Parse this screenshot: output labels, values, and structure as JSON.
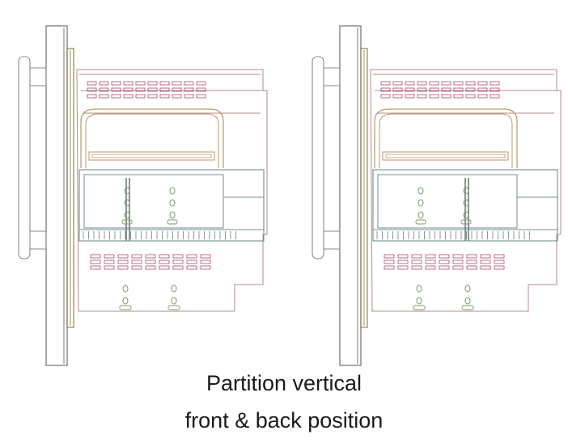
{
  "caption": {
    "line1": "Partition vertical",
    "line2": "front & back position"
  },
  "views": [
    {
      "partition_position": "front"
    },
    {
      "partition_position": "back"
    }
  ],
  "colors": {
    "door_outline": "#7a7a7a",
    "handle_outline": "#8a8a8a",
    "door_gasket": "#8a7a3a",
    "body_outline": "#b58a8a",
    "vent_slots": "#a84a6a",
    "drawer_outline": "#b89a6a",
    "partition_outline": "#6f8f8f",
    "fixing_holes": "#7a9a6a",
    "bars": "#5a6a6a"
  }
}
